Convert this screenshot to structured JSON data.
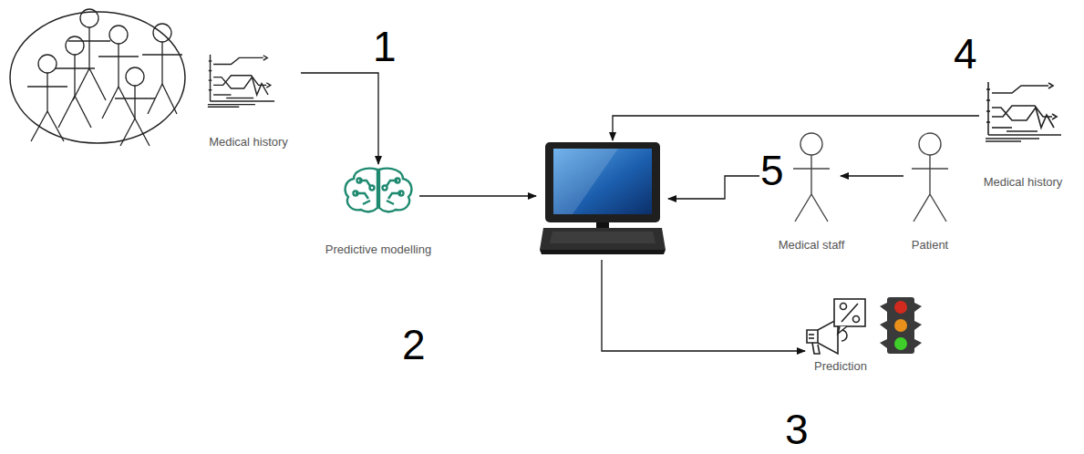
{
  "diagram": {
    "nodes": [
      {
        "text": [
          "Medical history"
        ]
      },
      {
        "text": [
          "Predictive modelling"
        ]
      },
      {
        "text": []
      },
      {
        "text": [
          "Medical history"
        ]
      },
      {
        "text": [
          "Medical staff"
        ]
      },
      {
        "text": [
          "Patient"
        ]
      },
      {
        "text": [
          "Prediction"
        ]
      }
    ],
    "edges": [
      {
        "from": 0,
        "to": 1,
        "arrow": "to"
      },
      {
        "from": 1,
        "to": 2,
        "arrow": "to"
      },
      {
        "from": 3,
        "to": 2,
        "arrow": "to"
      },
      {
        "from": 5,
        "to": 4,
        "arrow": "to"
      },
      {
        "from": 4,
        "to": 2,
        "arrow": "to"
      },
      {
        "from": 2,
        "to": 6,
        "arrow": "to"
      }
    ],
    "labels": [
      "1",
      "2",
      "3",
      "4",
      "5"
    ]
  }
}
